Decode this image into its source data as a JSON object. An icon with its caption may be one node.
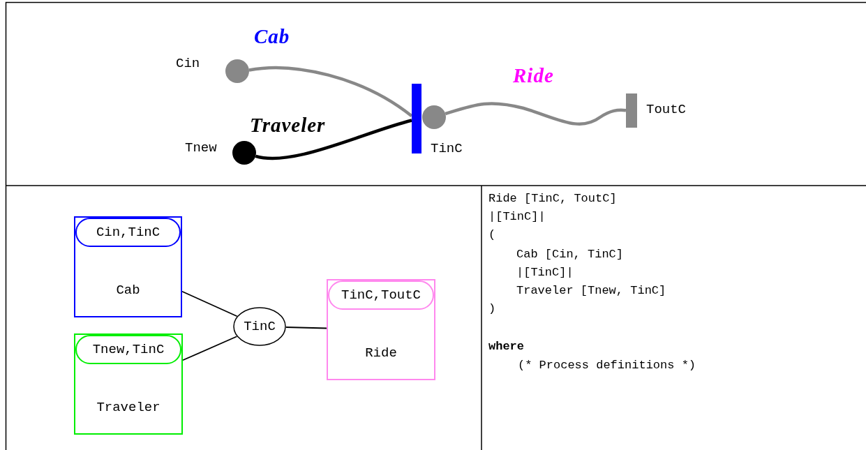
{
  "diagram": {
    "nodes": [
      {
        "text": [
          "Cin"
        ]
      },
      {
        "text": [
          "Tnew"
        ]
      },
      {
        "text": [
          "TinC"
        ]
      },
      {
        "text": [],
        "shape": "circle"
      },
      {
        "text": [
          "ToutC"
        ]
      },
      {
        "text": [
          "Cin,TinC",
          "Cab"
        ]
      },
      {
        "text": [
          "Tnew,TinC",
          "Traveler"
        ]
      },
      {
        "text": [
          "TinC"
        ]
      },
      {
        "text": [
          "TinC,ToutC",
          "Ride"
        ]
      }
    ],
    "edges": [
      {
        "from": 0,
        "to": 2,
        "arrow": "none",
        "label": "Cab",
        "style": "thick",
        "color": "#888888"
      },
      {
        "from": 1,
        "to": 2,
        "arrow": "none",
        "label": "Traveler",
        "style": "thick"
      },
      {
        "from": 3,
        "to": 4,
        "arrow": "none",
        "label": "Ride",
        "style": "thick",
        "color": "#888888"
      },
      {
        "from": 5,
        "to": 7,
        "arrow": "none"
      },
      {
        "from": 6,
        "to": 7,
        "arrow": "none"
      },
      {
        "from": 7,
        "to": 8,
        "arrow": "none"
      }
    ],
    "labels": [
      "Ride [TinC, ToutC]",
      "|[TinC]|",
      "(",
      "Cab [Cin, TinC]",
      "|[TinC]|",
      "Traveler [Tnew, TinC]",
      ")",
      "where",
      "(* Process definitions *)"
    ]
  }
}
